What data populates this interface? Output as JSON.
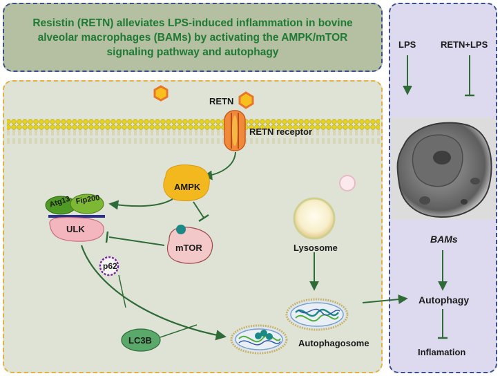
{
  "title": "Resistin (RETN) alleviates LPS-induced inflammation in bovine alveolar macrophages (BAMs) by activating the AMPK/mTOR signaling pathway and autophagy",
  "pathway": {
    "retn": "RETN",
    "receptor": "RETN receptor",
    "ampk": "AMPK",
    "mtor": "mTOR",
    "ulk": "ULK",
    "atg13": "Atg13",
    "fip200": "Fip200",
    "p62": "p62",
    "lc3b": "LC3B",
    "lysosome": "Lysosome",
    "autophagosome": "Autophagosome"
  },
  "side": {
    "lps": "LPS",
    "retn_lps": "RETN+LPS",
    "bams": "BAMs",
    "autophagy": "Autophagy",
    "inflammation": "Inflamation"
  },
  "colors": {
    "title_bg": "#b5bfa1",
    "title_text": "#1e7a35",
    "main_bg": "#dfe3d6",
    "side_bg": "#ddd9ee",
    "arrow": "#2e6b36",
    "ampk": "#f2b81e",
    "mtor": "#f0c4c4",
    "ulk": "#f4b6be",
    "complex": "#6ea832",
    "receptor": "#f07e2d"
  }
}
